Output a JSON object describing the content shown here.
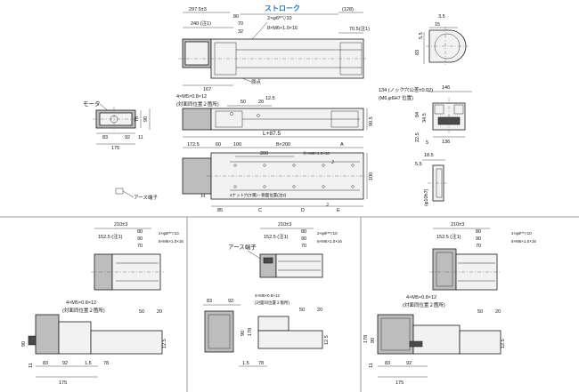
{
  "main": {
    "stroke_label": "ストローク",
    "overall_l": "297.5±3",
    "top_128": "(128)",
    "top_240": "240 (注1)",
    "top_80": "80",
    "top_70": "70",
    "top_32": "32",
    "top_70_5": "70.5(注1)",
    "dowel_note": "2×φ6ᴴ⁷▽10",
    "tap_note": "8×M6×1.0×16",
    "origin": "原点",
    "d_167": "167",
    "end_35": "3.5",
    "end_15": "15",
    "end_55": "5.5",
    "end_83": "83",
    "motor_label": "モータ",
    "m_78": "78",
    "m_90": "90",
    "m_83": "83",
    "m_92": "92",
    "m_175": "175",
    "m_11": "11",
    "side_tap": "4×M5×0.8×12",
    "side_note": "(対面同位置２箇所)",
    "side_50": "50",
    "side_20": "20",
    "side_125": "12.5",
    "side_905": "90.5",
    "side_L": "L+87.5",
    "sec_134": "134 (ノック穴公差±0.02)",
    "sec_m6": "(M6,φ6H7 位置)",
    "sec_146": "146",
    "sec_84": "84",
    "sec_345": "34.5",
    "sec_225": "22.5",
    "sec_5": "5",
    "sec_136": "136",
    "dv_1725": "172.5",
    "dv_60": "60",
    "dv_100": "100",
    "dv_Bx200": "B×200",
    "dv_A": "A",
    "dv_200": "200",
    "dv_tapnote": "Ⓝ×M6×1.0×10",
    "dv_J": "J",
    "dv_slot": "4ナット穴(T溝)・側面位置(注2)",
    "ground": "アース端子",
    "dv_85": "85",
    "dv_C": "C",
    "dv_D": "D",
    "dv_E": "E",
    "dv_H": "H",
    "dv_100v": "100",
    "det_55": "5.5",
    "det_185": "18.5",
    "det_phi": "(φ10h7)",
    "p_210": "210±3",
    "p_1525": "152.5 (注1)",
    "p_80": "80",
    "p_90": "90",
    "p_70": "70",
    "p_dowel": "2×φ6ᴴ⁷▽10",
    "p_tap": "8×M6×1.0×16",
    "p_side": "4×M5×0.8×12",
    "p_side_note": "(対面同位置２箇所)",
    "p_50": "50",
    "p_20": "20",
    "p_125": "12.5",
    "p_83": "83",
    "p_92": "92",
    "p_15": "1.5",
    "p_78": "78",
    "p_175": "175",
    "p_11": "11",
    "p_178": "178",
    "p_92v": "92",
    "p_90v": "90",
    "p_12": "12"
  }
}
